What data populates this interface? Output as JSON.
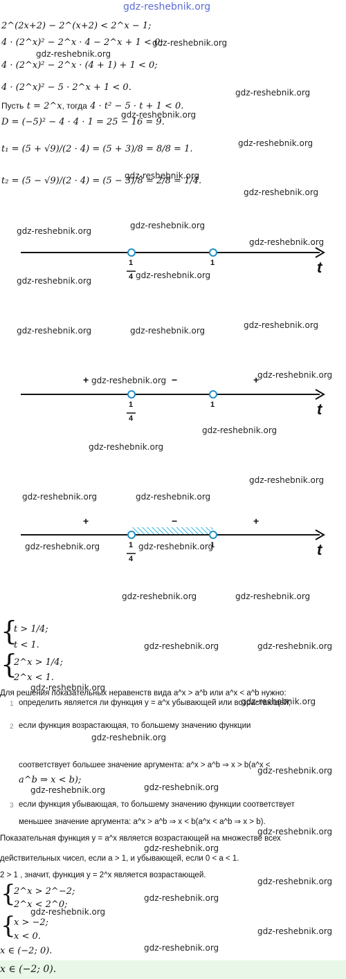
{
  "watermark_top": "gdz-reshebnik.org",
  "watermark": "gdz-reshebnik.org",
  "lines": {
    "l1": "2^(2x+2) − 2^(x+2) < 2^x − 1;",
    "l2": "4 · (2^x)² − 2^x · 4 − 2^x + 1 < 0;",
    "l3": "4 · (2^x)² − 2^x · (4 + 1) + 1 < 0;",
    "l4": "4 · (2^x)² − 5 · 2^x + 1 < 0.",
    "l5_prefix": "Пусть",
    "l5_mid": "t = 2^x",
    "l5_text": ", тогда",
    "l5_math": "4 · t² − 5 · t + 1 < 0.",
    "l6": "D = (−5)² − 4 · 4 · 1 = 25 − 16 = 9.",
    "l7": "t₁ = (5 + √9)/(2 · 4) = (5 + 3)/8 = 8/8 = 1.",
    "l8": "t₂ = (5 − √9)/(2 · 4) = (5 − 3)/8 = 2/8 = 1/4."
  },
  "axis": {
    "label": "t",
    "point1_num": "1",
    "point1_den": "4",
    "point2": "1",
    "plus": "+",
    "minus": "−"
  },
  "systems": {
    "s1a": "t > 1/4;",
    "s1b": "t < 1.",
    "s2a": "2^x > 1/4;",
    "s2b": "2^x < 1."
  },
  "rules": {
    "intro": "Для решения показательных неравенств вида a^x > a^b или a^x < a^b нужно:",
    "item1_num": "1",
    "item1": "определить является ли функция y = a^x убывающей или возрастающей;",
    "item2_num": "2",
    "item2_a": "если функция возрастающая, то большему значению функции",
    "item2_b": "соответствует большее значение аргумента: a^x > a^b ⇒ x > b(a^x <",
    "item2_c": "a^b ⇒ x < b);",
    "item3_num": "3",
    "item3_a": "если функция убывающая, то большему значению функции соответствует",
    "item3_b": "меньшее значение аргумента: a^x > a^b ⇒ x < b(a^x < a^b ⇒ x > b).",
    "para_a": "Показательная функция y = a^x является возрастающей на множестве всех",
    "para_b": "действительных чисел, если a > 1, и убывающей, если 0 < a < 1.",
    "conclusion": "2 > 1 , значит, функция y = 2^x является возрастающей."
  },
  "final": {
    "s3a": "2^x > 2^−2;",
    "s3b": "2^x < 2^0;",
    "s4a": "x > −2;",
    "s4b": "x < 0.",
    "result": "x ∈ (−2; 0).",
    "answer": "x ∈ (−2; 0)."
  },
  "colors": {
    "point_stroke": "#1f8fc4",
    "hatch": "#33b5e0",
    "answer_bg": "#e8f7e8",
    "watermark_top": "#5b6bd6"
  }
}
